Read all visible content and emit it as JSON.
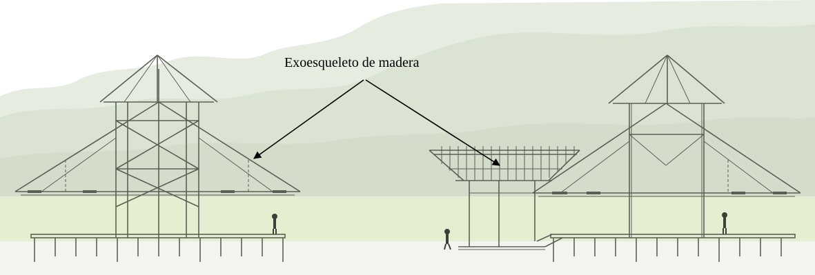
{
  "annotation": {
    "label": "Exoesqueleto de madera"
  },
  "colors": {
    "sky": "#ffffff",
    "forest_light": "#e3eadd",
    "forest_mid": "#d3dccb",
    "grass": "#e9efd5",
    "water": "#f3f5ef",
    "structure": "#555a50",
    "arrow": "#000000"
  },
  "icons": [
    "left-pavilion-elevation",
    "right-pavilion-elevation",
    "deck-platform",
    "human-figure"
  ]
}
